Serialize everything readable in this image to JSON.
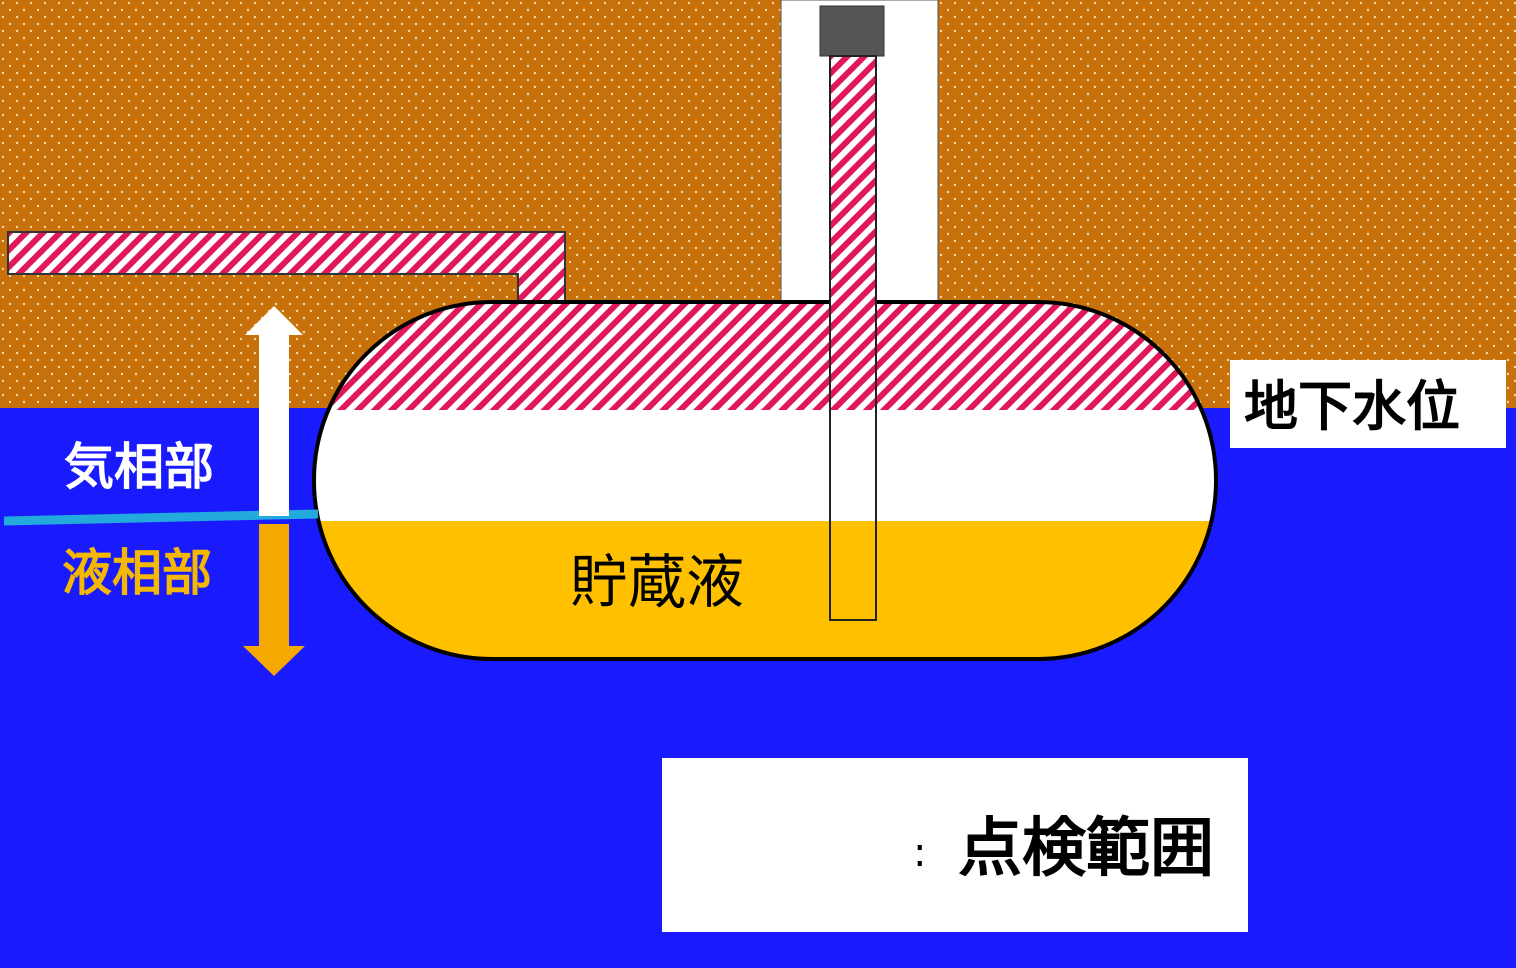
{
  "colors": {
    "soil": "#c8700a",
    "soil_dots": "#f3d9a8",
    "groundwater": "#1a1aff",
    "liquid": "#ffc000",
    "hatch_red": "#e0185a",
    "gas_arrow": "#ffffff",
    "liquid_arrow": "#f5a800",
    "water_line": "#22aadd",
    "gauge_cap": "#555555"
  },
  "labels": {
    "groundwater_level": "地下水位",
    "gas_phase": "気相部",
    "liquid_phase": "液相部",
    "stored_liquid": "貯蔵液"
  },
  "legend": {
    "separator": ":",
    "inspection_range": "点検範囲"
  }
}
